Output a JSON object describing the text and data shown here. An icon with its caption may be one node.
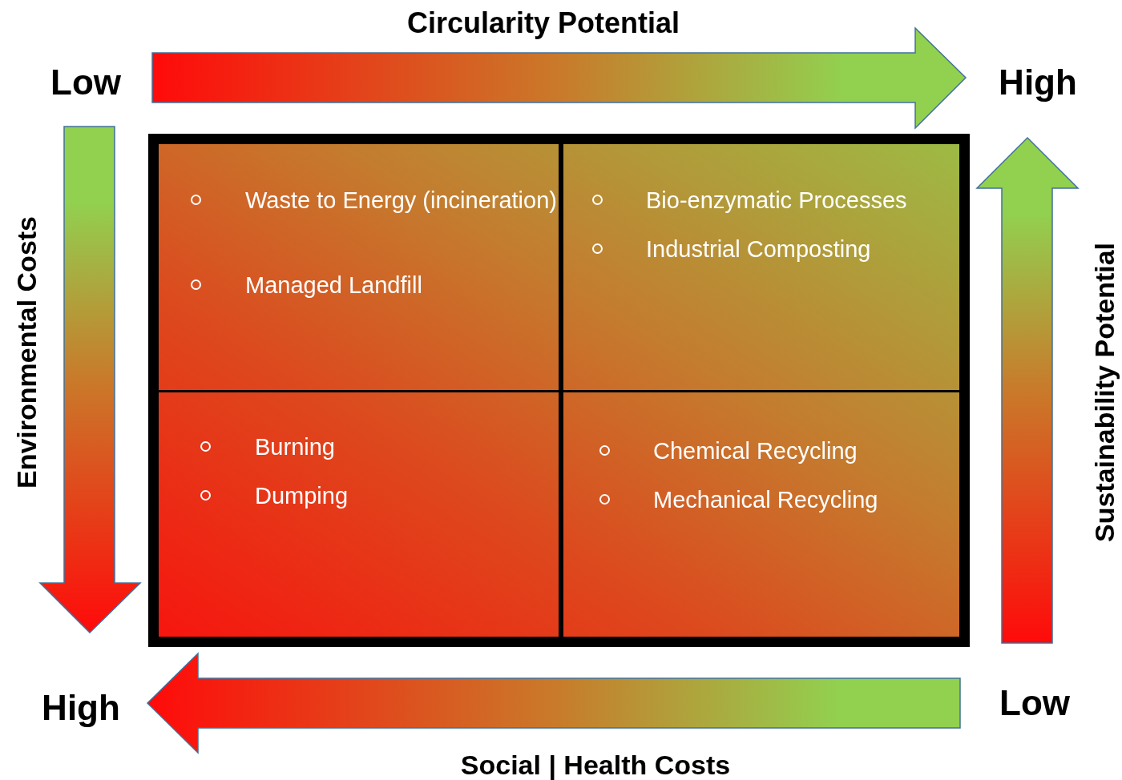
{
  "diagram": {
    "nodes": [
      {
        "text": [
          "Waste to Energy (incineration)",
          "Managed Landfill"
        ]
      },
      {
        "text": [
          "Bio-enzymatic Processes",
          "Industrial Composting"
        ]
      },
      {
        "text": [
          "Burning",
          "Dumping"
        ]
      },
      {
        "text": [
          "Chemical Recycling",
          "Mechanical Recycling"
        ]
      }
    ],
    "edges": [],
    "labels": [
      "Circularity Potential",
      "Low",
      "High",
      "Environmental Costs",
      "Sustainability Potential",
      "High",
      "Low",
      "Social | Health Costs"
    ]
  }
}
